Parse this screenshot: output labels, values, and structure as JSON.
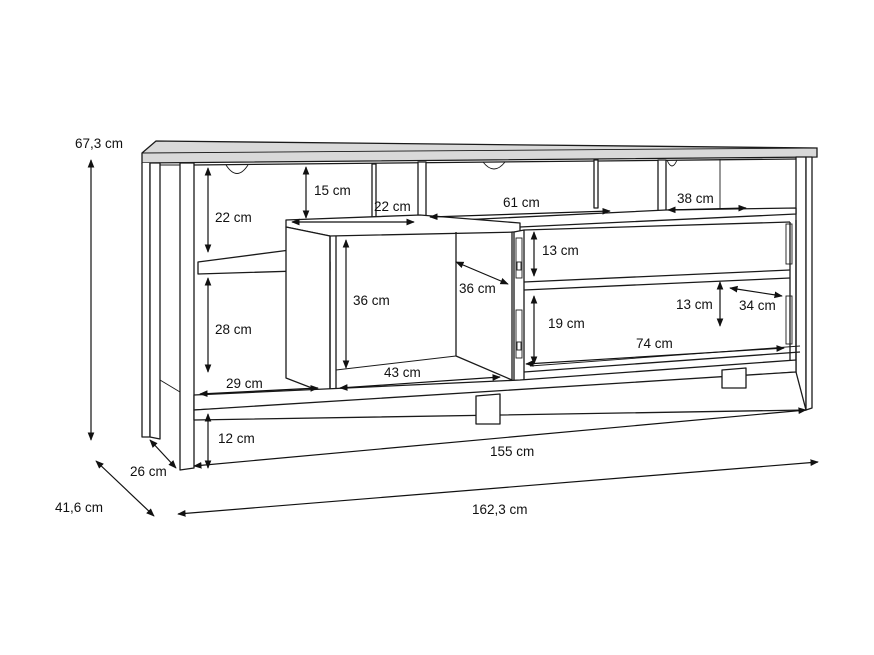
{
  "overall": {
    "height": "67,3 cm",
    "depth": "41,6 cm",
    "width": "162,3 cm"
  },
  "dimensions": {
    "top_shelf_gap": "15 cm",
    "left_upper_height": "22 cm",
    "left_top_depth": "22 cm",
    "center_top_width": "61 cm",
    "right_top_width": "38 cm",
    "left_lower_height": "28 cm",
    "left_bottom_width": "29 cm",
    "center_inner_height": "36 cm",
    "center_inner_depth": "36 cm",
    "center_bottom_width": "43 cm",
    "drawer_upper_height": "13 cm",
    "drawer_lower_height": "19 cm",
    "drawer_inner_height": "13 cm",
    "drawer_depth": "34 cm",
    "drawer_width": "74 cm",
    "plinth_height": "12 cm",
    "inner_depth": "26 cm",
    "inner_width": "155 cm"
  }
}
